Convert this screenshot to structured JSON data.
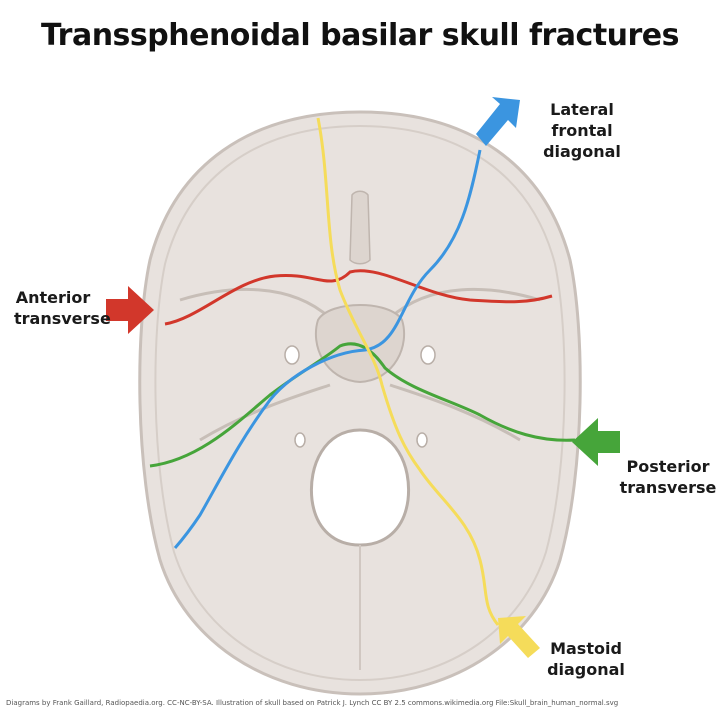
{
  "title": "Transsphenoidal basilar skull fractures",
  "labels": {
    "lateral_frontal": [
      "Lateral frontal",
      "diagonal"
    ],
    "anterior_transverse": [
      "Anterior",
      "transverse"
    ],
    "posterior_transverse": [
      "Posterior",
      "transverse"
    ],
    "mastoid": [
      "Mastoid",
      "diagonal"
    ]
  },
  "colors": {
    "lateral_frontal": "#3b95e0",
    "anterior_transverse": "#d2372b",
    "posterior_transverse": "#46a53a",
    "mastoid": "#f5dc5a",
    "skull": "#e8e2de",
    "skull_outline": "#c9c0ba"
  },
  "credit": "Diagrams by Frank Gaillard, Radiopaedia.org. CC-NC-BY-SA. Illustration of skull based on Patrick J. Lynch CC BY 2.5 commons.wikimedia.org File:Skull_brain_human_normal.svg"
}
